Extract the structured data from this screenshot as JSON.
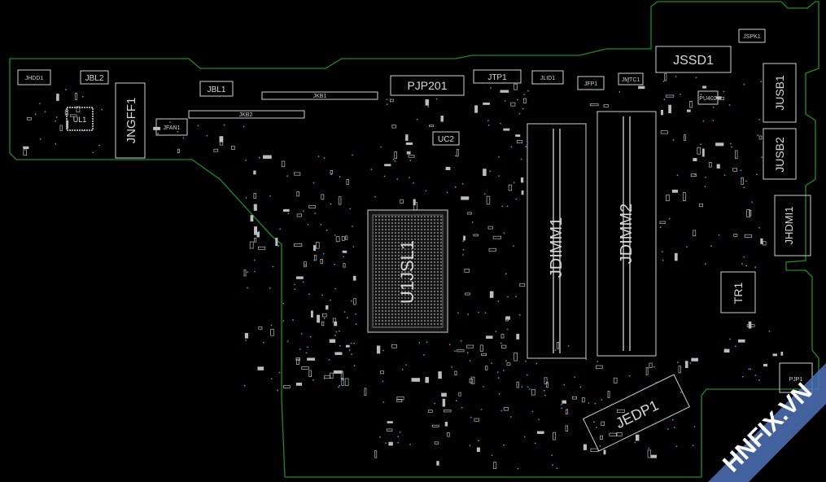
{
  "colors": {
    "background": "#000000",
    "outline": "#1f8a2a",
    "silkscreen": "#d8d8d8",
    "via": "#2aa7c9",
    "watermark_band": "#4f73b8"
  },
  "components": {
    "jhdd1": "JHDD1",
    "jbl2": "JBL2",
    "ul1": "UL1",
    "jngff1": "JNGFF1",
    "jfan1": "JFAN1",
    "jbl1": "JBL1",
    "jkb1": "JKB1",
    "jkb2": "JKB2",
    "pjp201": "PJP201",
    "jtp1": "JTP1",
    "jlid1": "JLID1",
    "jfp1": "JFP1",
    "jmtc1": "JMTC1",
    "jssd1": "JSSD1",
    "jspk1": "JSPK1",
    "jusb1": "JUSB1",
    "jusb2": "JUSB2",
    "jhdmi1": "JHDMI1",
    "uc2": "UC2",
    "u1": "U1JSL1",
    "jdimm1": "JDIMM1",
    "jdimm2": "JDIMM2",
    "tr1": "TR1",
    "jedp1": "JEDP1",
    "pjp1": "PJP1",
    "pu402": "PU402"
  },
  "watermark": "HNFIX.VN"
}
